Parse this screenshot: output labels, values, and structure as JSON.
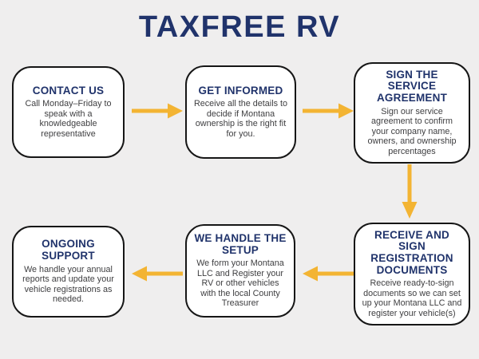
{
  "title": "TAXFREE RV",
  "colors": {
    "background": "#efeeee",
    "box_background": "#ffffff",
    "box_border": "#161616",
    "heading": "#20336b",
    "body_text": "#3e3e40",
    "arrow": "#f3b433"
  },
  "steps": [
    {
      "id": "contact-us",
      "heading": "CONTACT US",
      "body": "Call Monday–Friday to speak with a knowledgeable representative"
    },
    {
      "id": "get-informed",
      "heading": "GET INFORMED",
      "body": "Receive all the details to decide if Montana ownership is the right fit for you."
    },
    {
      "id": "sign-the-service-agreement",
      "heading": "SIGN THE SERVICE AGREEMENT",
      "body": "Sign our service agreement to confirm your company name, owners, and ownership percentages"
    },
    {
      "id": "receive-and-sign-registration-documents",
      "heading": "RECEIVE AND SIGN REGISTRATION DOCUMENTS",
      "body": "Receive ready-to-sign documents so we can set up your Montana LLC and register your vehicle(s)"
    },
    {
      "id": "we-handle-the-setup",
      "heading": "WE HANDLE THE SETUP",
      "body": "We form your Montana LLC and Register your RV or other vehicles with the local County Treasurer"
    },
    {
      "id": "ongoing-support",
      "heading": "ONGOING SUPPORT",
      "body": "We handle your annual reports and update your vehicle registrations as needed."
    }
  ],
  "arrows": [
    {
      "from": "contact-us",
      "to": "get-informed",
      "direction": "right"
    },
    {
      "from": "get-informed",
      "to": "sign-the-service-agreement",
      "direction": "right"
    },
    {
      "from": "sign-the-service-agreement",
      "to": "receive-and-sign-registration-documents",
      "direction": "down"
    },
    {
      "from": "receive-and-sign-registration-documents",
      "to": "we-handle-the-setup",
      "direction": "left"
    },
    {
      "from": "we-handle-the-setup",
      "to": "ongoing-support",
      "direction": "left"
    }
  ]
}
